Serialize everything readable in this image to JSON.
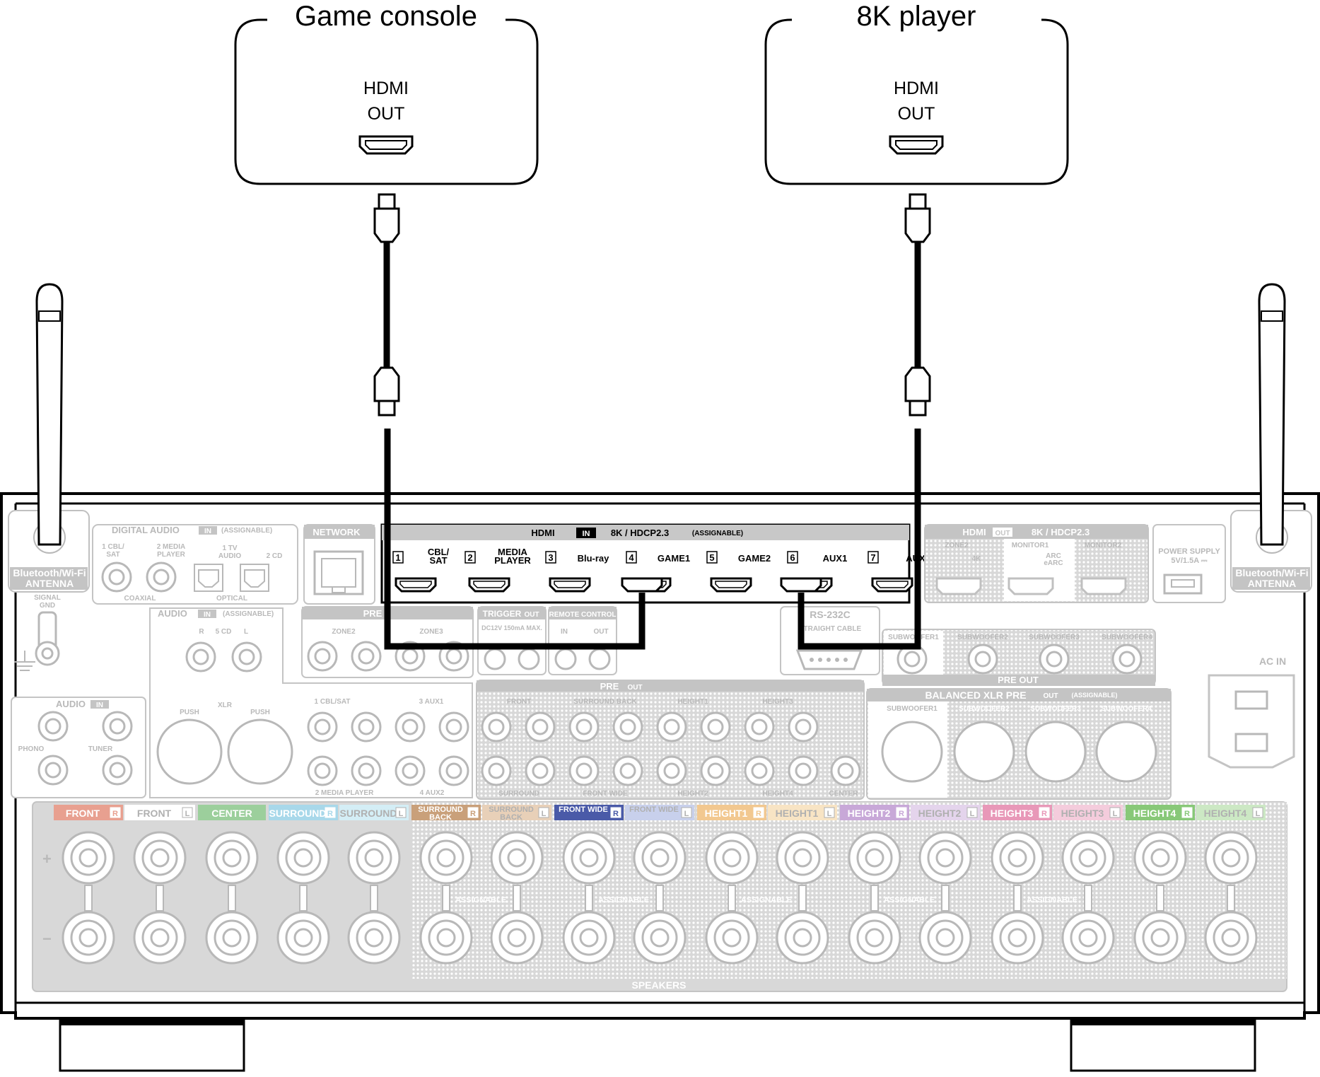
{
  "devices": [
    {
      "title": "Game console",
      "port_line1": "HDMI",
      "port_line2": "OUT"
    },
    {
      "title": "8K player",
      "port_line1": "HDMI",
      "port_line2": "OUT"
    }
  ],
  "receiver": {
    "hdmi_in": {
      "header_left": "HDMI",
      "header_badge": "IN",
      "header_spec": "8K / HDCP2.3",
      "header_note": "(ASSIGNABLE)",
      "inputs": [
        {
          "num": "1",
          "label": "CBL/ SAT"
        },
        {
          "num": "2",
          "label": "MEDIA PLAYER"
        },
        {
          "num": "3",
          "label": "Blu-ray"
        },
        {
          "num": "4",
          "label": "GAME1"
        },
        {
          "num": "5",
          "label": "GAME2"
        },
        {
          "num": "6",
          "label": "AUX1"
        },
        {
          "num": "7",
          "label": "AUX"
        }
      ]
    },
    "hdmi_out": {
      "header": "HDMI",
      "badge": "OUT",
      "spec": "8K / HDCP2.3",
      "zone2": "ZONE2",
      "zone2_sub": "4K",
      "monitor1": "MONITOR1",
      "arc": "ARC eARC",
      "monitor2": "MONITOR2"
    },
    "antenna_label": "Bluetooth/Wi-Fi ANTENNA",
    "digital_audio": {
      "header": "DIGITAL AUDIO",
      "badge": "IN",
      "note": "(ASSIGNABLE)",
      "p1": "1 CBL/ SAT",
      "p2": "2 MEDIA PLAYER",
      "p3": "1 TV AUDIO",
      "p4": "2 CD",
      "coaxial": "COAXIAL",
      "optical": "OPTICAL"
    },
    "network": "NETWORK",
    "power_supply": "POWER SUPPLY 5V/1.5A",
    "signal_gnd": "SIGNAL GND",
    "audio_in_assignable": {
      "header": "AUDIO",
      "badge": "IN",
      "note": "(ASSIGNABLE)",
      "cd": "5 CD",
      "xlr": "XLR",
      "push": "PUSH",
      "p1": "1 CBL/SAT",
      "p3": "3 AUX1",
      "p2": "2 MEDIA PLAYER",
      "p4": "4 AUX2"
    },
    "pre_zone": {
      "header": "PRE",
      "zone2": "ZONE2",
      "zone3": "ZONE3"
    },
    "trigger": {
      "header": "TRIGGER",
      "badge": "OUT",
      "spec": "DC12V 150mA MAX."
    },
    "remote": {
      "header": "REMOTE CONTROL",
      "in": "IN",
      "out": "OUT"
    },
    "rs232c": {
      "header": "RS-232C",
      "sub": "STRAIGHT CABLE"
    },
    "subwoofer_out": {
      "sub1": "SUBWOOFER1",
      "sub2": "SUBWOOFER2",
      "sub3": "SUBWOOFER3",
      "sub4": "SUBWOOFER4",
      "footer": "PRE OUT"
    },
    "pre_out": {
      "header": "PRE",
      "badge": "OUT",
      "top": [
        "FRONT",
        "SURROUND BACK",
        "HEIGHT1",
        "HEIGHT3"
      ],
      "bottom": [
        "SURROUND",
        "FRONT WIDE",
        "HEIGHT2",
        "HEIGHT4",
        "CENTER"
      ]
    },
    "balanced": {
      "header": "BALANCED XLR PRE",
      "badge": "OUT",
      "note": "(ASSIGNABLE)",
      "subs": [
        "SUBWOOFER1",
        "SUBWOOFER2",
        "SUBWOOFER3",
        "SUBWOOFER4"
      ]
    },
    "audio_in": {
      "header": "AUDIO",
      "badge": "IN",
      "phono": "PHONO",
      "tuner": "TUNER"
    },
    "ac_in": "AC IN",
    "speakers": {
      "footer": "SPEAKERS",
      "assignable": "ASSIGNABLE",
      "channels": [
        {
          "label": "FRONT",
          "side": "R",
          "color": "#e8a090"
        },
        {
          "label": "FRONT",
          "side": "L",
          "color": "#ffffff"
        },
        {
          "label": "CENTER",
          "side": "",
          "color": "#9ccf9c"
        },
        {
          "label": "SURROUND",
          "side": "R",
          "color": "#a8d8ea"
        },
        {
          "label": "SURROUND",
          "side": "L",
          "color": "#d4eef6"
        },
        {
          "label": "SURROUND BACK",
          "side": "R",
          "color": "#c9a07a"
        },
        {
          "label": "SURROUND BACK",
          "side": "L",
          "color": "#e8d0b8"
        },
        {
          "label": "FRONT WIDE",
          "side": "R",
          "color": "#4a5aa8"
        },
        {
          "label": "FRONT WIDE",
          "side": "L",
          "color": "#c8d0ec"
        },
        {
          "label": "HEIGHT1",
          "side": "R",
          "color": "#f2c890"
        },
        {
          "label": "HEIGHT1",
          "side": "L",
          "color": "#f8e4c4"
        },
        {
          "label": "HEIGHT2",
          "side": "R",
          "color": "#c8a8d8"
        },
        {
          "label": "HEIGHT2",
          "side": "L",
          "color": "#e4d4ec"
        },
        {
          "label": "HEIGHT3",
          "side": "R",
          "color": "#e898b8"
        },
        {
          "label": "HEIGHT3",
          "side": "L",
          "color": "#f4ccdc"
        },
        {
          "label": "HEIGHT4",
          "side": "R",
          "color": "#88c878"
        },
        {
          "label": "HEIGHT4",
          "side": "L",
          "color": "#cce8c4"
        }
      ]
    }
  }
}
